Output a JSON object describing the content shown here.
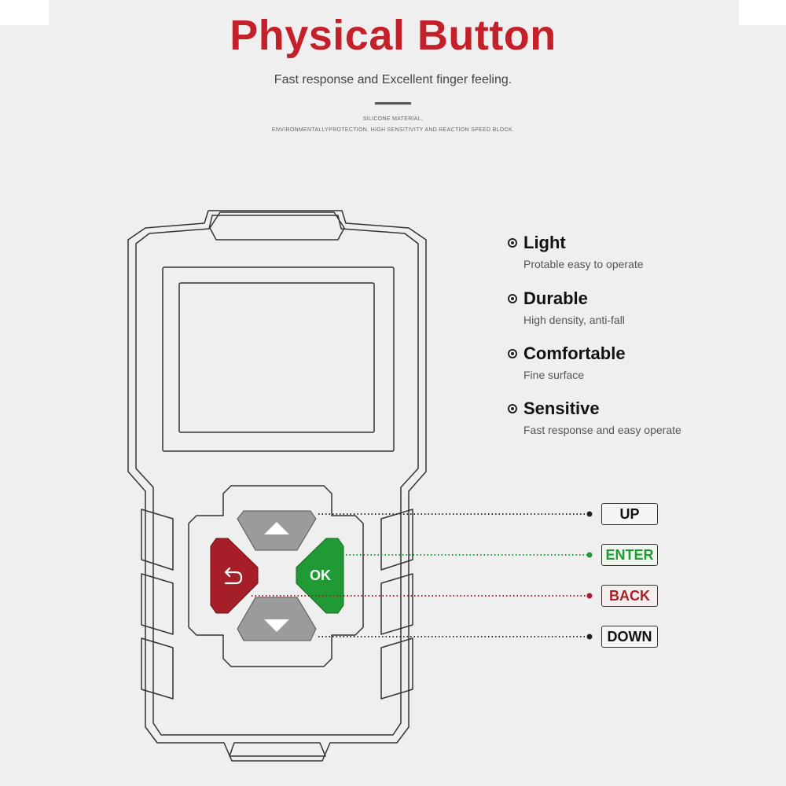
{
  "header": {
    "title": "Physical Button",
    "subtitle": "Fast response and Excellent finger feeling.",
    "fine_line_1": "SILICONE MATERIAL,",
    "fine_line_2": "ENVIRONMENTALLYPROTECTION. HIGH SENSITIVITY AND REACTION SPEED BLOCK."
  },
  "features": [
    {
      "title": "Light",
      "description": "Protable easy to operate"
    },
    {
      "title": "Durable",
      "description": "High density, anti-fall"
    },
    {
      "title": "Comfortable",
      "description": "Fine surface"
    },
    {
      "title": "Sensitive",
      "description": "Fast response and easy operate"
    }
  ],
  "device": {
    "ok_label": "OK",
    "back_icon": "back-arrow-icon",
    "up_icon": "up-triangle-icon",
    "down_icon": "down-triangle-icon"
  },
  "button_labels": {
    "up": "UP",
    "enter": "ENTER",
    "back": "BACK",
    "down": "DOWN"
  },
  "colors": {
    "title": "#c4202a",
    "enter": "#1f9a35",
    "back": "#a61e27",
    "gray_key": "#9b9b9b",
    "outline": "#333333"
  }
}
